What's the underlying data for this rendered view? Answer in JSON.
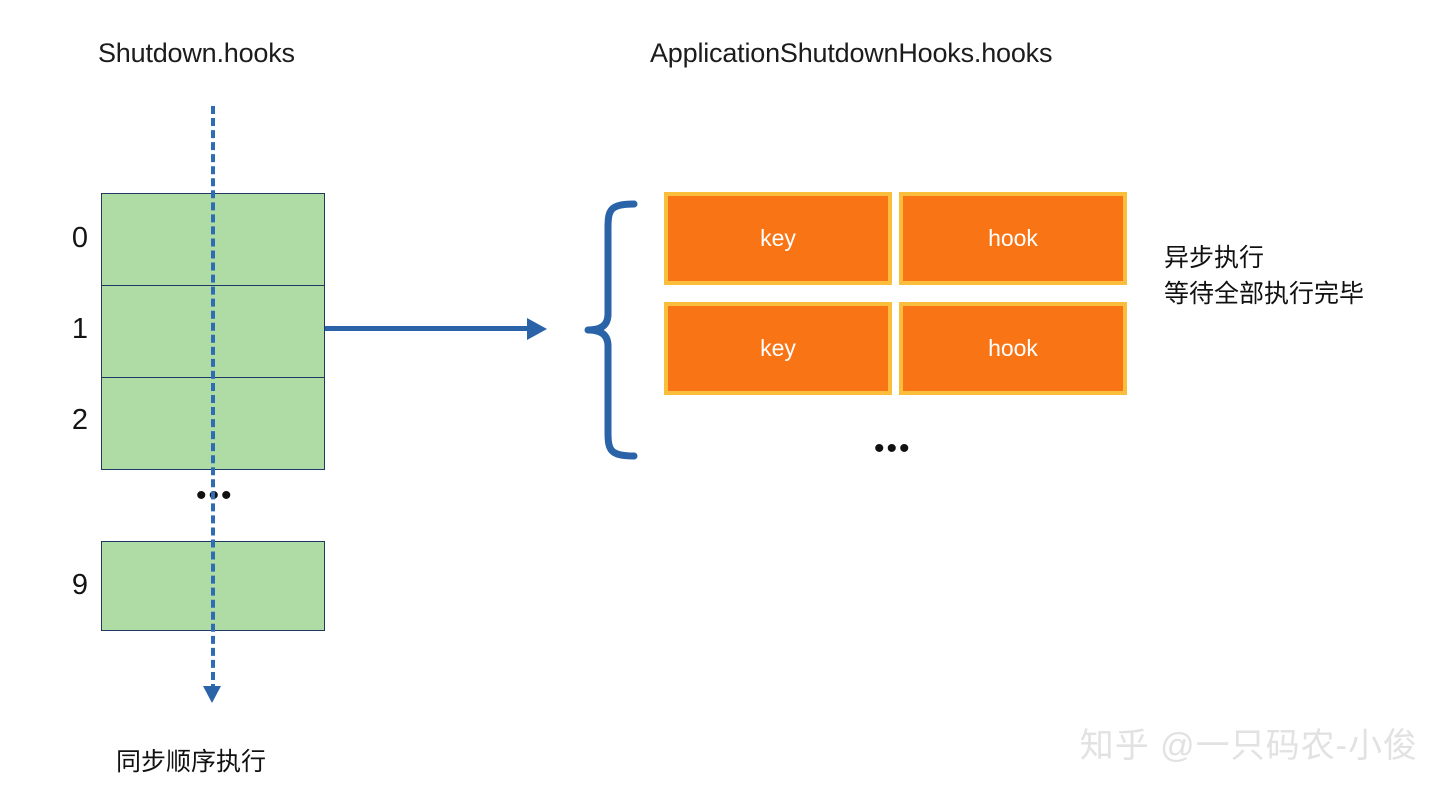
{
  "titles": {
    "left": "Shutdown.hooks",
    "right": "ApplicationShutdownHooks.hooks"
  },
  "shutdown_hooks": {
    "slots": [
      {
        "index": "0"
      },
      {
        "index": "1"
      },
      {
        "index": "2"
      },
      {
        "index": "9"
      }
    ],
    "ellipsis": "•••",
    "flow_note": "同步顺序执行"
  },
  "application_hooks": {
    "rows": [
      {
        "key_label": "key",
        "hook_label": "hook"
      },
      {
        "key_label": "key",
        "hook_label": "hook"
      }
    ],
    "ellipsis": "•••",
    "note_line_1": "异步执行",
    "note_line_2": "等待全部执行完毕"
  },
  "watermark": "知乎 @一只码农-小俊",
  "colors": {
    "slot_fill": "#AEDCA4",
    "slot_border": "#1F3864",
    "cell_fill": "#F97414",
    "cell_border": "#FBBE3C",
    "accent_blue": "#2B63A8",
    "cell_text": "#FFFFFF",
    "watermark": "#E2E2E2"
  }
}
